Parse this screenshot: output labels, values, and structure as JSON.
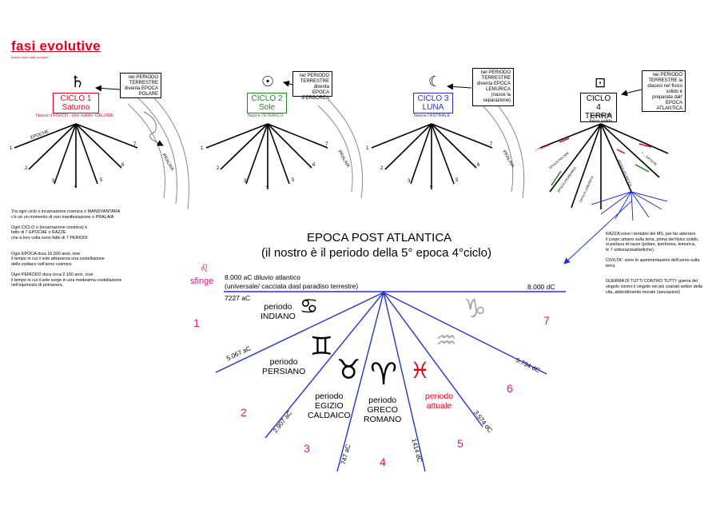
{
  "title": "fasi evolutive",
  "title_tiny": "notizie fonte dalle scritture",
  "colors": {
    "red": "#e8001c",
    "green": "#1a8a1a",
    "blue": "#2430d6",
    "pink": "#e4147b",
    "grey": "#aaaaaa"
  },
  "cycles": [
    {
      "label1": "CICLO 1",
      "label2": "Saturno",
      "sub": "Nasce il FISICO - non solido- CALORE",
      "symbol": "♄",
      "box": "nel PERIODO TERRESTRE diventa EPOCA POLARE",
      "pralaia": "PRALAIA"
    },
    {
      "label1": "CICLO 2",
      "label2": "Sole",
      "sub": "Nasce l'ETERICO",
      "symbol": "☉",
      "box": "nel PERIODO TERRESTRE diventa EPOCA IPERBOREA",
      "pralaia": "PRALAIA"
    },
    {
      "label1": "CICLO 3",
      "label2": "LUNA",
      "sub": "Nasce l'ASTRALE",
      "symbol": "☾",
      "box": "nel PERIODO TERRESTRE diventa EPOCA LEMURICA (nasce la separazione)",
      "pralaia": "PRALAIA"
    },
    {
      "label1": "CICLO 4",
      "label2": "TERRA",
      "sub": "scende l'IO fisico solido",
      "symbol": "⊡",
      "box": "nei PERIODO TERRESTRE la diacesi nel fisico solido è preparata dall' EPOCA ATLANTICA"
    }
  ],
  "fan_numbers": [
    "1",
    "2",
    "3",
    "4",
    "5",
    "6",
    "7"
  ],
  "cycle1_epoche": "EPOCHE",
  "cycle4_labels": [
    "1 POLARE",
    "EPOCA POLARE",
    "EPOCA IPERBOREA",
    "EPOCA LEMURICA",
    "EPOCA ATLANTICA",
    "7 ... EPOCHE"
  ],
  "left_notes": [
    "Tra ogni ciclo o incarnazione cosmica o MANDVANTARA",
    "c'è un un momento di non manifestazione o PRALAIA",
    "",
    "Ogni CICLO o (incarnazione cosmica) è",
    "fatto di 7 EPOCHE o RAZZE",
    "che a loro volta sono fatte di 7 PERIODI",
    "",
    "",
    "Ogni EPOCA dura 16.000 anni, cioè",
    "il tempo in cui il sole attraversa una costellazione",
    "dello zodiaco nell'anno cosmico",
    "",
    "Ogni PERIODO dura circa 2.160 anni, cioè",
    "il tempo in cui il sole sorge in una medesima costellazione",
    "nell'equinozio di primavera."
  ],
  "right_notes": [
    "RAZZA:sono i tentativi del MS, per far atterrare",
    "il corpo umano sulla terra, prima del fisico solido,",
    "si parlava di razze (polare, iperborea, lemurica,",
    "le 7 sottorazzeatlantiche)",
    "",
    "CIVILTA': sono le sperimentazioni dell'uomo sulla",
    "terra.",
    "",
    "",
    "GUERRA DI TUTTI CONTRO TUTTI: guerra del",
    "singolo contro il singolo nei più svariati settori della",
    "vita, abbruttimento morale (senzazioni)"
  ],
  "main_title": "EPOCA POST ATLANTICA",
  "main_subtitle": "(il nostro è il periodo della 5° epoca 4°ciclo)",
  "sfinge_symbol": "♌",
  "sfinge_label": "sfinge",
  "start_line1": "8.000 aC diluvio atlantico",
  "start_line2": "(universale/ cacciata dasl paradiso terrestre)",
  "end_date": "8.000 dC",
  "dates": [
    "7227 aC",
    "5.067 aC",
    "2.907 aC",
    "747 aC",
    "1414 dC",
    "3.574 dC",
    "5.734 dC"
  ],
  "periods": [
    {
      "num": "1",
      "line1": "periodo",
      "line2": "INDIANO",
      "symbol": "♋"
    },
    {
      "num": "2",
      "line1": "periodo",
      "line2": "PERSIANO",
      "symbol": "♊"
    },
    {
      "num": "3",
      "line1": "periodo",
      "line2": "EGIZIO",
      "line3": "CALDAICO",
      "symbol": "♉"
    },
    {
      "num": "4",
      "line1": "periodo",
      "line2": "GRECO",
      "line3": "ROMANO",
      "symbol": "♈"
    },
    {
      "num": "5",
      "line1": "periodo",
      "line2": "attuale",
      "symbol": "♓"
    },
    {
      "num": "6",
      "symbol": "♒"
    },
    {
      "num": "7",
      "symbol": "♑"
    }
  ]
}
